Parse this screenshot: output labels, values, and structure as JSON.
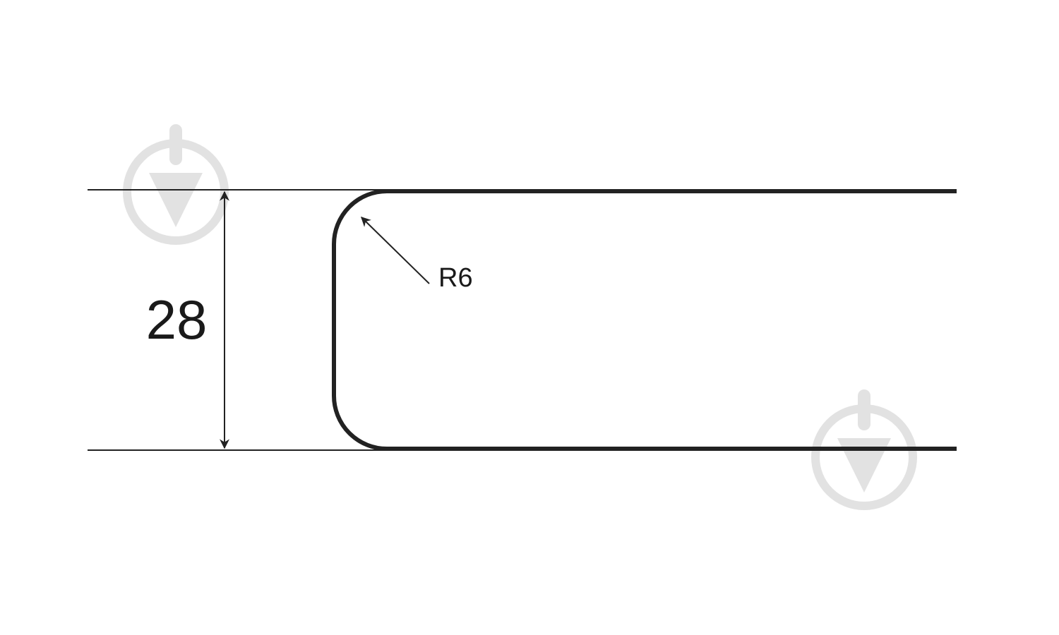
{
  "diagram": {
    "height_dimension": "28",
    "radius_label": "R6",
    "watermark": "download-arrow-logo"
  },
  "colors": {
    "line": "#222222",
    "watermark": "#e2e2e2"
  }
}
